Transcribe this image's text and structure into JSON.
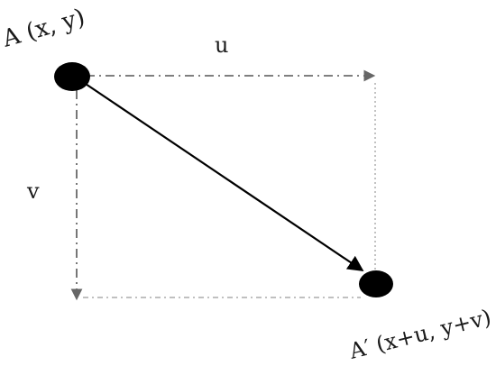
{
  "diagram": {
    "point_a_label": "A (x, y)",
    "point_a_prime_label": "A′ (x+u, y+v)",
    "u_label": "u",
    "v_label": "v"
  },
  "colors": {
    "point_fill": "#000000",
    "vector_stroke": "#000000",
    "dashed_stroke_dark": "#555555",
    "dashed_stroke_light": "#9a9a9a",
    "text": "#1a1a1a"
  }
}
